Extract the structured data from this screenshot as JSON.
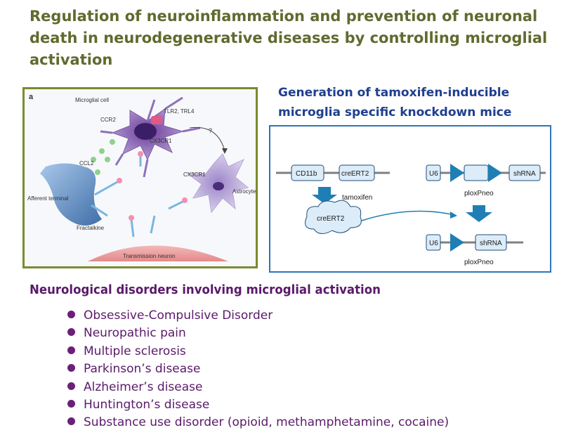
{
  "title": "Regulation of neuroinflammation and prevention of neuronal death in neurodegenerative diseases by controlling microglial activation",
  "left_figure": {
    "panel_label": "a",
    "labels": {
      "microglial_cell": "Microglial cell",
      "tlr": "TLR2, TRL4",
      "ccr2": "CCR2",
      "cx3cr1_top": "CX3CR1",
      "question": "?",
      "ccl2": "CCL2",
      "cx3cr1_right": "CX3CR1",
      "astrocyte": "Astrocyte",
      "afferent": "Afferent terminal",
      "fractalkine": "Fractalkine",
      "transmission_neuron": "Transmission neuron"
    }
  },
  "right_figure": {
    "title": "Generation of tamoxifen-inducible microglia specific knockdown mice",
    "cd11b": "CD11b",
    "creert2_box": "creERT2",
    "tamoxifen": "tamoxifen",
    "creert2_cloud": "creERT2",
    "u6_top": "U6",
    "shrna_top": "shRNA",
    "ploxpneo_top": "ploxPneo",
    "u6_bottom": "U6",
    "shrna_bottom": "shRNA",
    "ploxpneo_bottom": "ploxPneo"
  },
  "section_heading": "Neurological disorders involving microglial activation",
  "disorders": [
    "Obsessive-Compulsive Disorder",
    "Neuropathic pain",
    "Multiple sclerosis",
    "Parkinson’s disease",
    "Alzheimer’s disease",
    "Huntington’s disease",
    "Substance use disorder (opioid, methamphetamine, cocaine)"
  ],
  "colors": {
    "title": "#5f6b2f",
    "right_title": "#1f3f8f",
    "disorder_text": "#5a1a6a",
    "left_border": "#7a8b2e",
    "right_border": "#2e75b6",
    "arrow_blue": "#1f7fb5"
  }
}
